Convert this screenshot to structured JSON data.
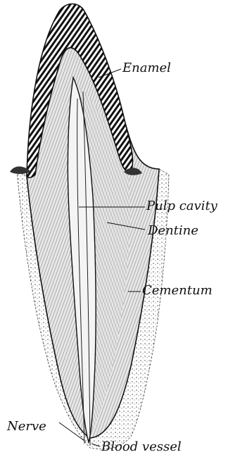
{
  "figure": {
    "labels": {
      "enamel": "Enamel",
      "pulp_cavity": "Pulp cavity",
      "dentine": "Dentine",
      "cementum": "Cementum",
      "nerve": "Nerve",
      "blood_vessel": "Blood vessel"
    },
    "colors": {
      "ink": "#111111",
      "paper": "#ffffff",
      "dentine_shade": "#d9d9d9",
      "pulp_shade": "#f4f4f4"
    }
  }
}
